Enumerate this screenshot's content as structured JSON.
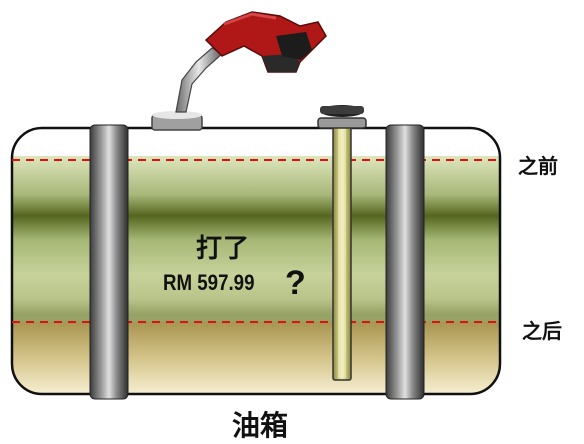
{
  "labels": {
    "before": "之前",
    "after": "之后",
    "caption": "油箱",
    "question": "打了",
    "amount": "RM 597.99",
    "question_mark": "?"
  },
  "levels": {
    "before_fraction": 0.13,
    "after_fraction": 0.78
  },
  "colors": {
    "fuel_top": "#c8d49a",
    "fuel_dark": "#4e5e1e",
    "fuel_bottom_band": "#b39c56",
    "tank_outline": "#111111",
    "dash_line": "#e01010",
    "nozzle_red": "#b01818"
  },
  "icons": {
    "nozzle": "fuel-nozzle-icon",
    "cap": "filler-cap-icon",
    "gauge": "dipstick-icon"
  }
}
